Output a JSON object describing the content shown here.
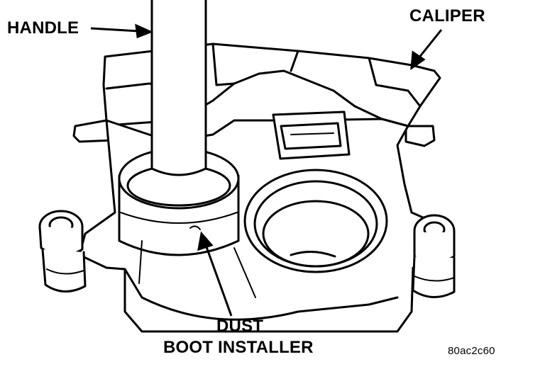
{
  "labels": {
    "handle": "HANDLE",
    "caliper": "CALIPER",
    "dust": "DUST",
    "boot_installer": "BOOT INSTALLER",
    "figure_code": "80ac2c60"
  }
}
